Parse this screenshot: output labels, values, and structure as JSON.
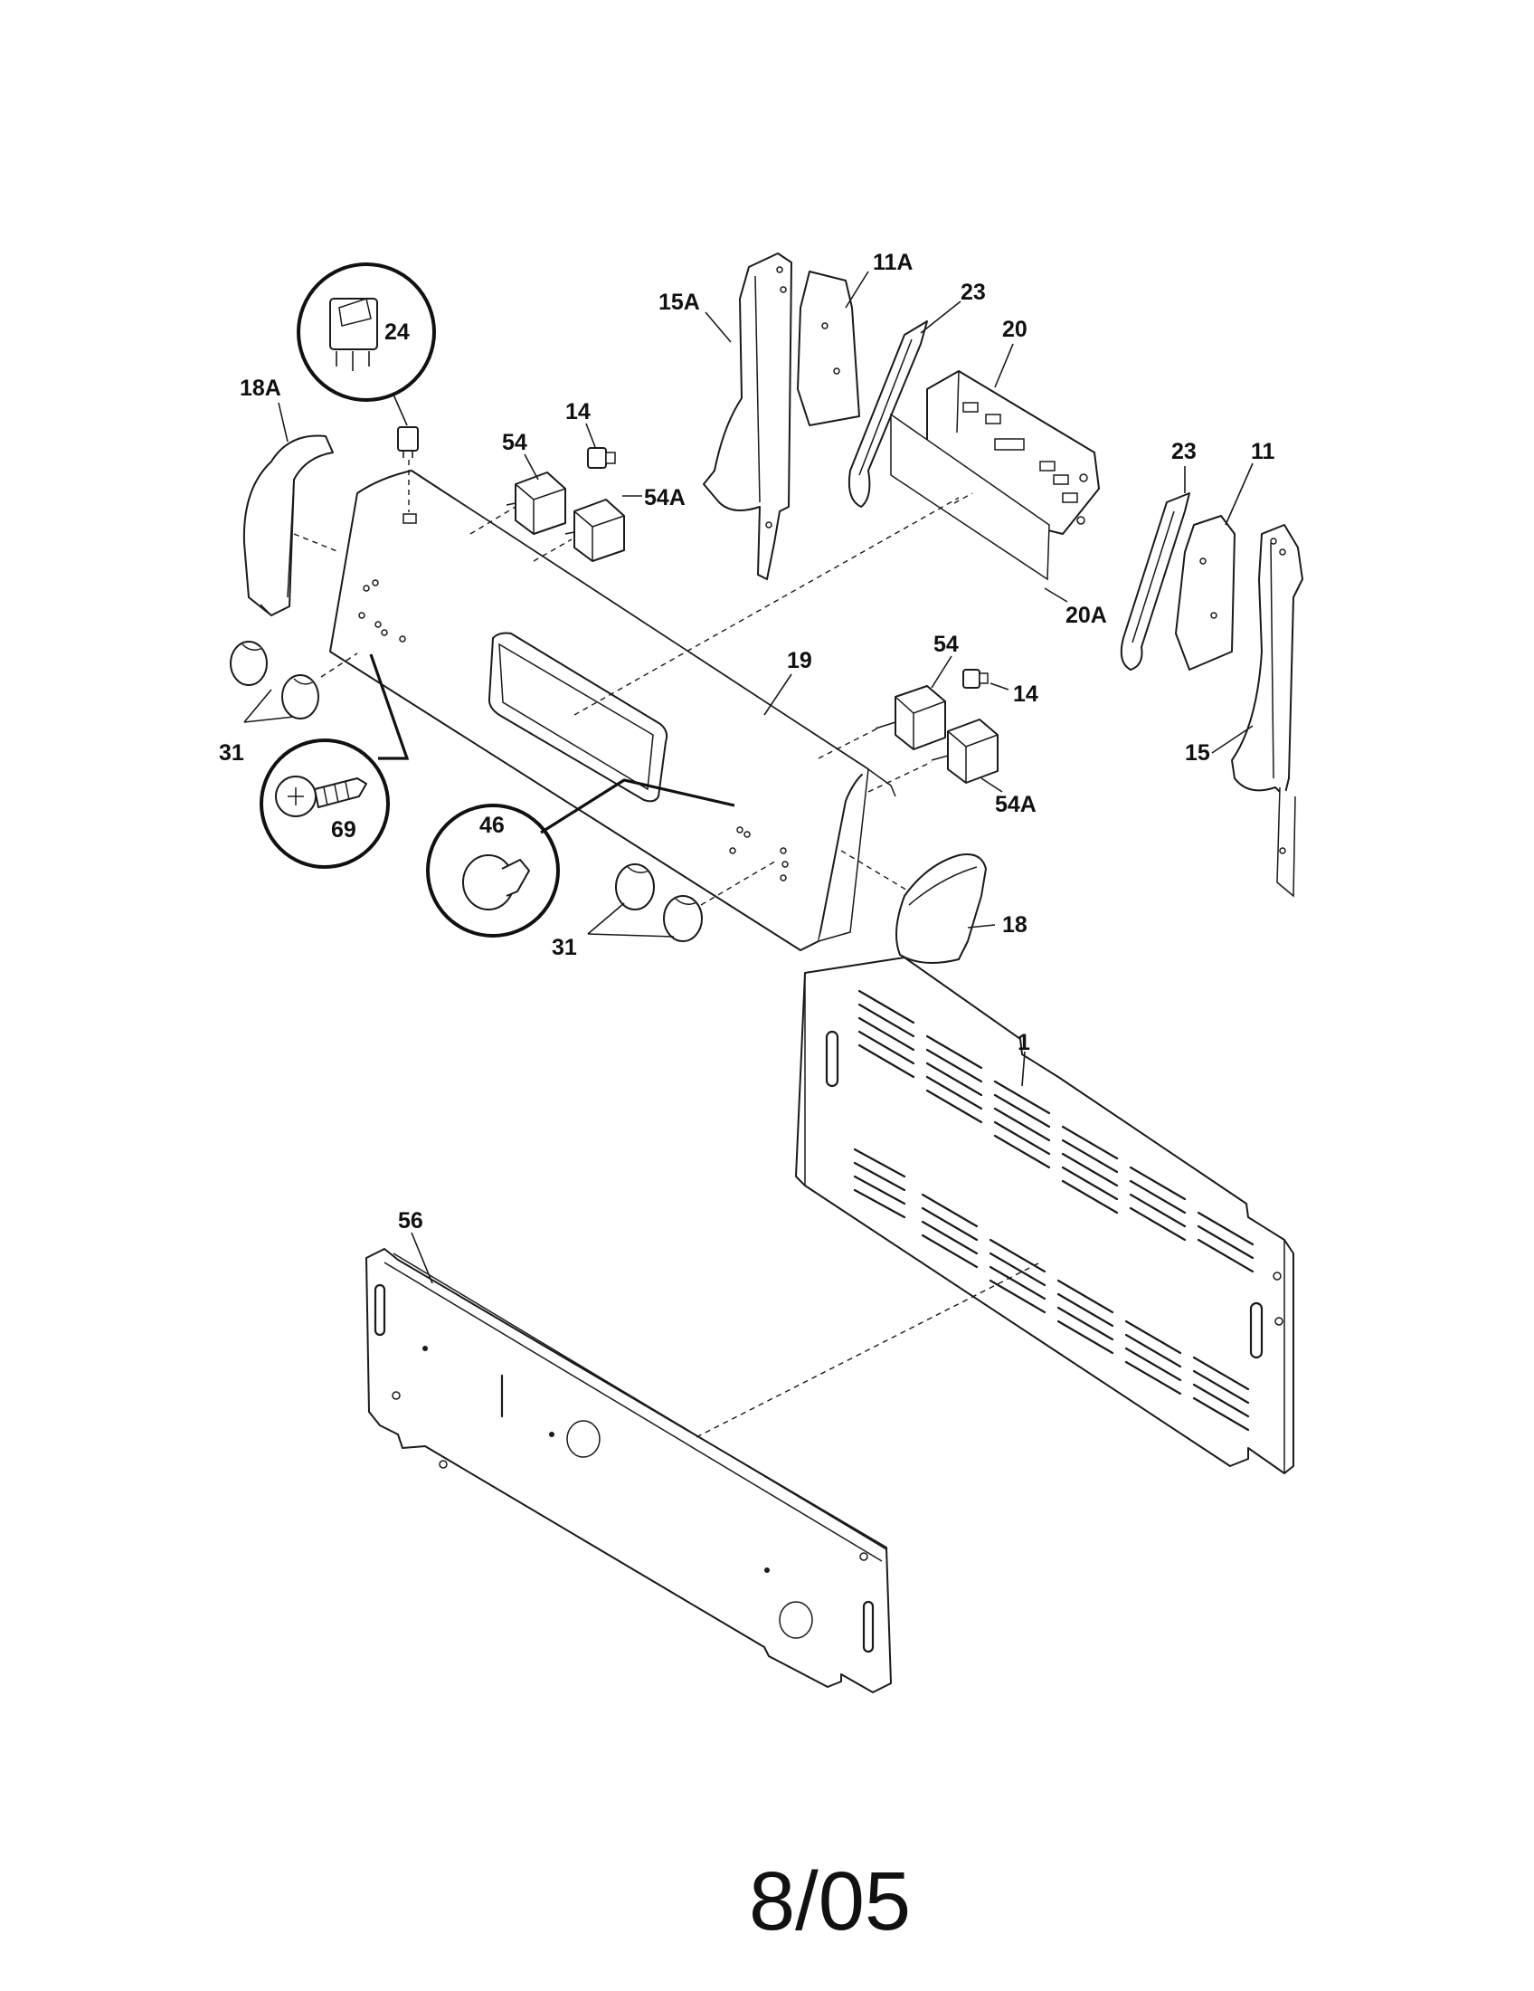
{
  "callouts": {
    "p24": "24",
    "p18a": "18A",
    "p54_top": "54",
    "p14_top": "14",
    "p54a_top": "54A",
    "p15a": "15A",
    "p11a": "11A",
    "p23_top": "23",
    "p20": "20",
    "p23_right": "23",
    "p11": "11",
    "p20a": "20A",
    "p19": "19",
    "p54_right": "54",
    "p14_right": "14",
    "p15": "15",
    "p54a_right": "54A",
    "p31_left": "31",
    "p69": "69",
    "p46": "46",
    "p31_bottom": "31",
    "p18": "18",
    "p1": "1",
    "p56": "56"
  },
  "footer": {
    "date_code": "8/05"
  }
}
